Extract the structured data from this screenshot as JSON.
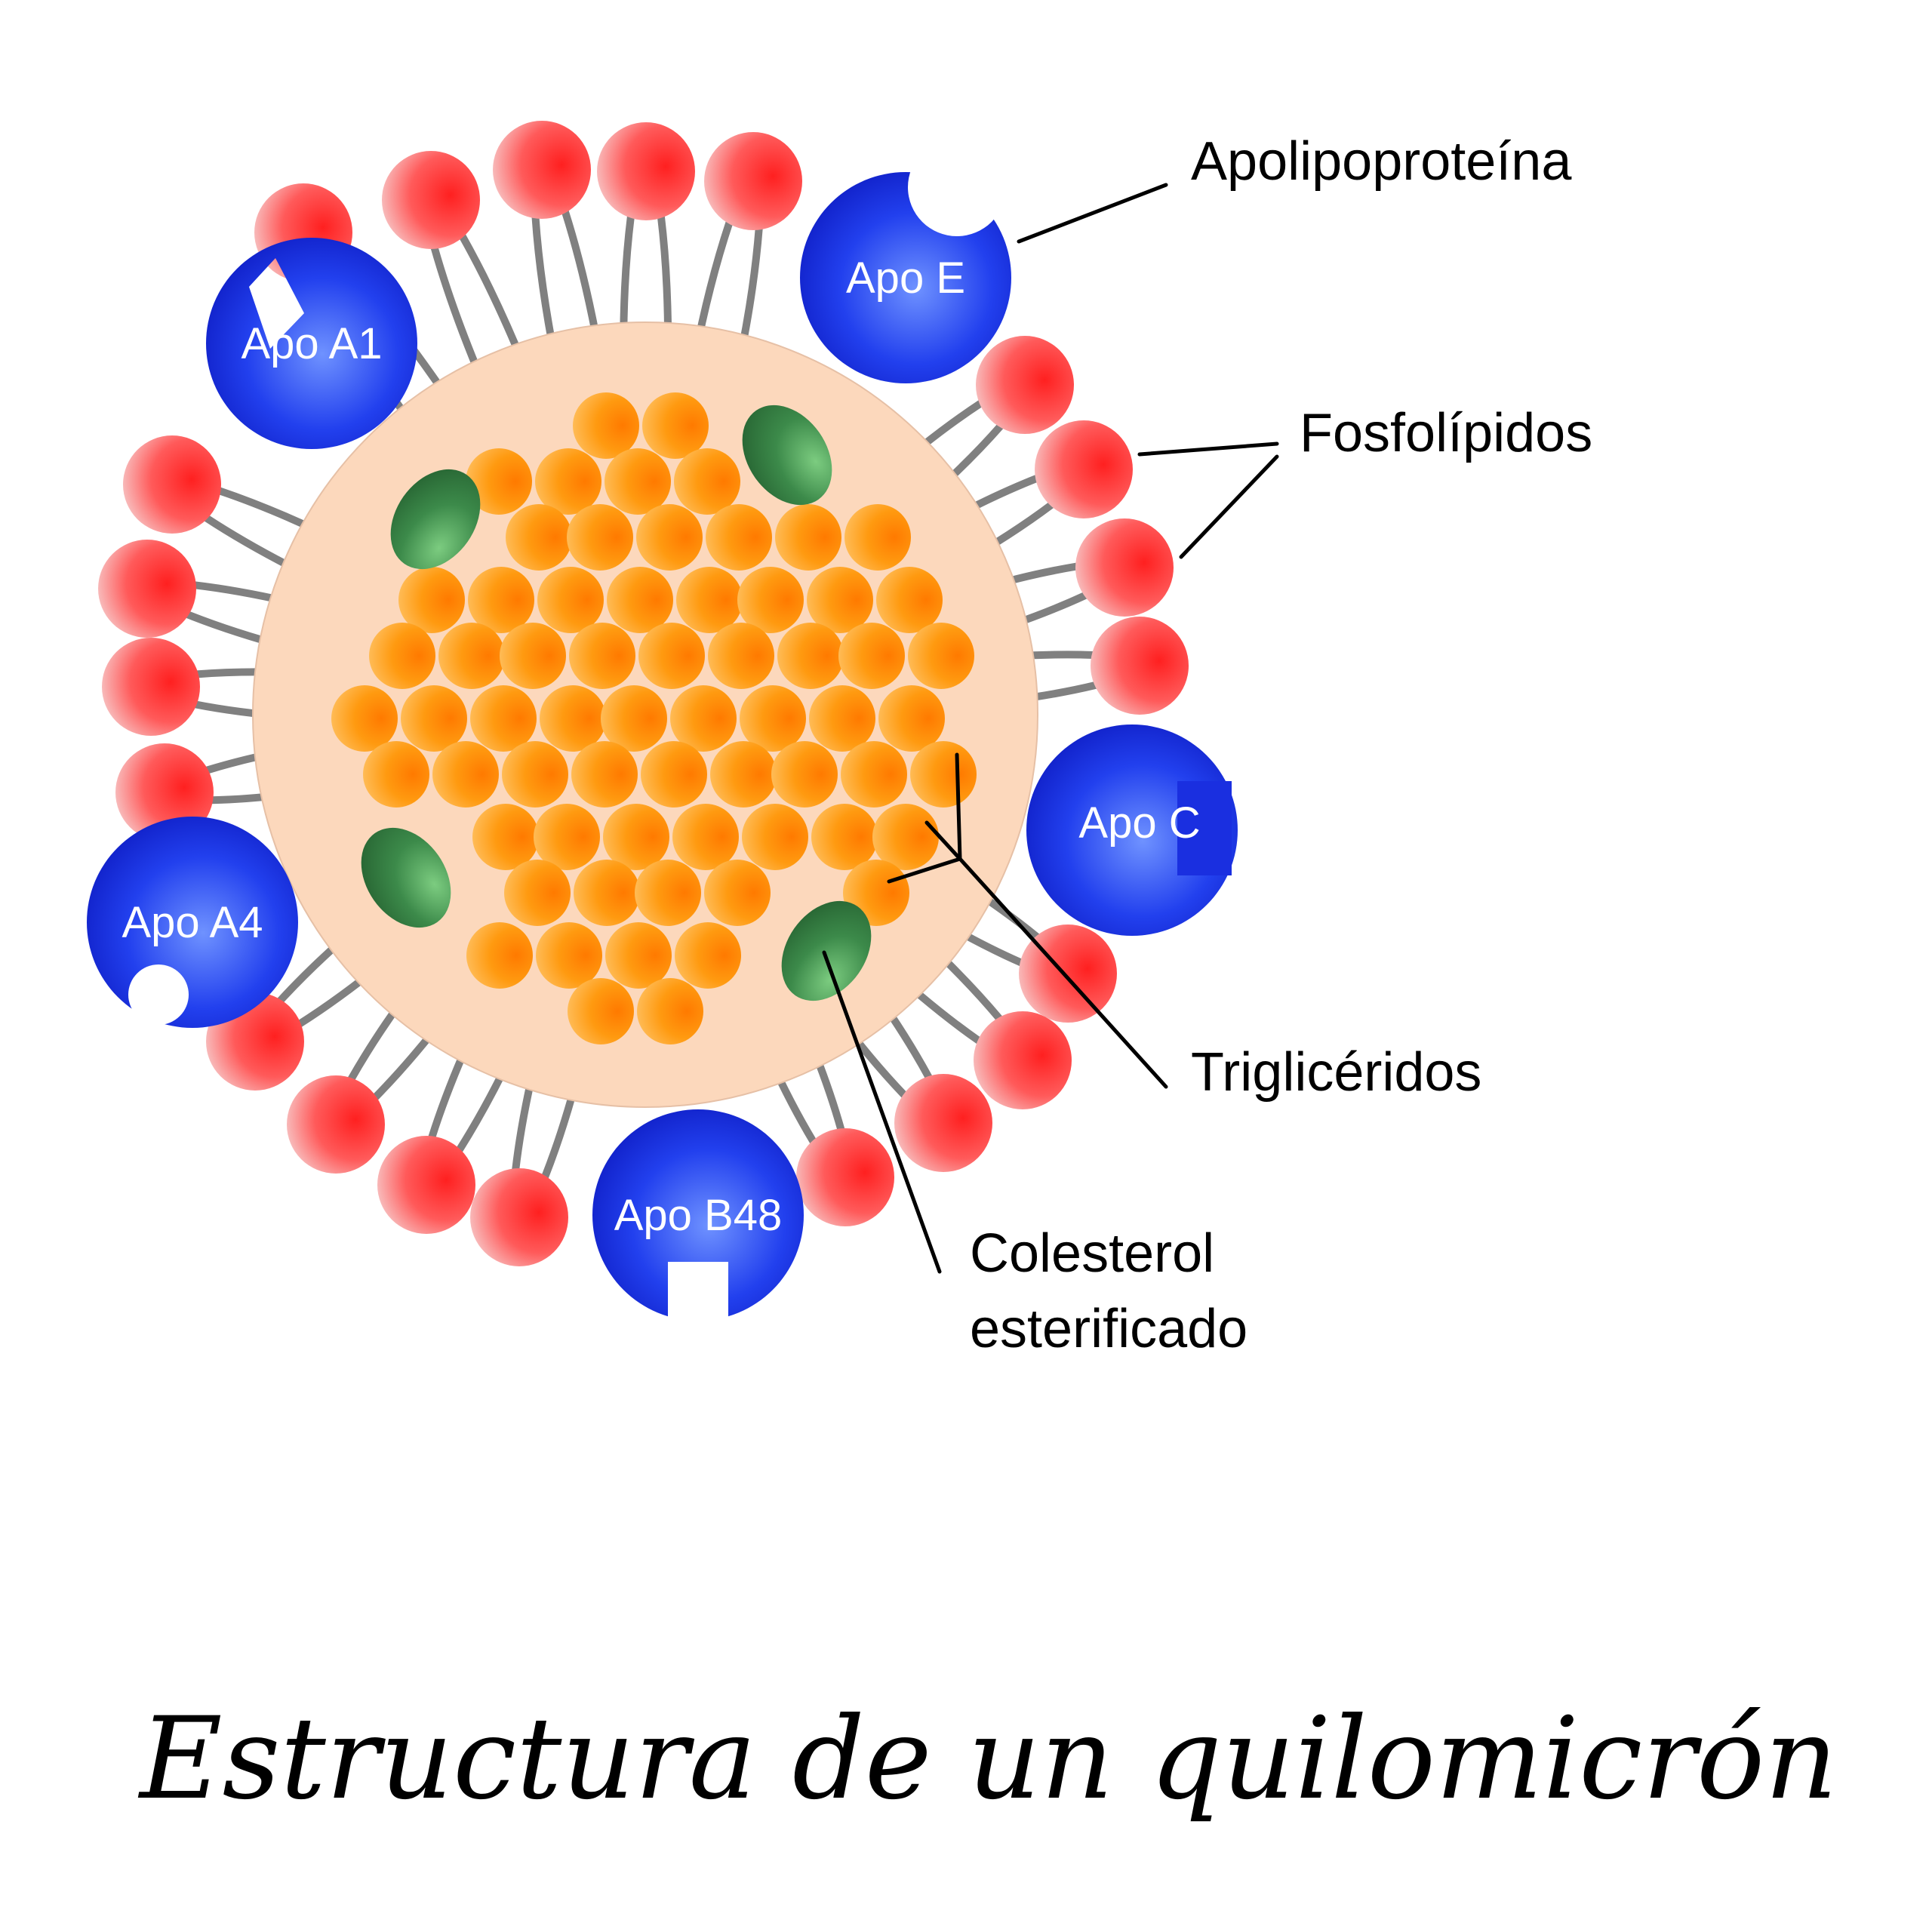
{
  "title": "Estructura de un quilomicrón",
  "labels": {
    "apolipoproteina": "Apolipoproteína",
    "fosfolipidos": "Fosfolípidos",
    "trigliceridos": "Triglicéridos",
    "colesterol_line1": "Colesterol",
    "colesterol_line2": "esterificado"
  },
  "apoproteins": [
    {
      "key": "apo-e",
      "label": "Apo E"
    },
    {
      "key": "apo-a1",
      "label": "Apo A1"
    },
    {
      "key": "apo-c",
      "label": "Apo C"
    },
    {
      "key": "apo-a4",
      "label": "Apo A4"
    },
    {
      "key": "apo-b48",
      "label": "Apo B48"
    }
  ],
  "colors": {
    "core": "#fcd8bc",
    "triglyceride": "#ff9900",
    "cholesterol": "#3c8a4a",
    "phospholipid_head": "#ff3030",
    "tail": "#808080",
    "apoprotein": "#1a2fe0"
  }
}
